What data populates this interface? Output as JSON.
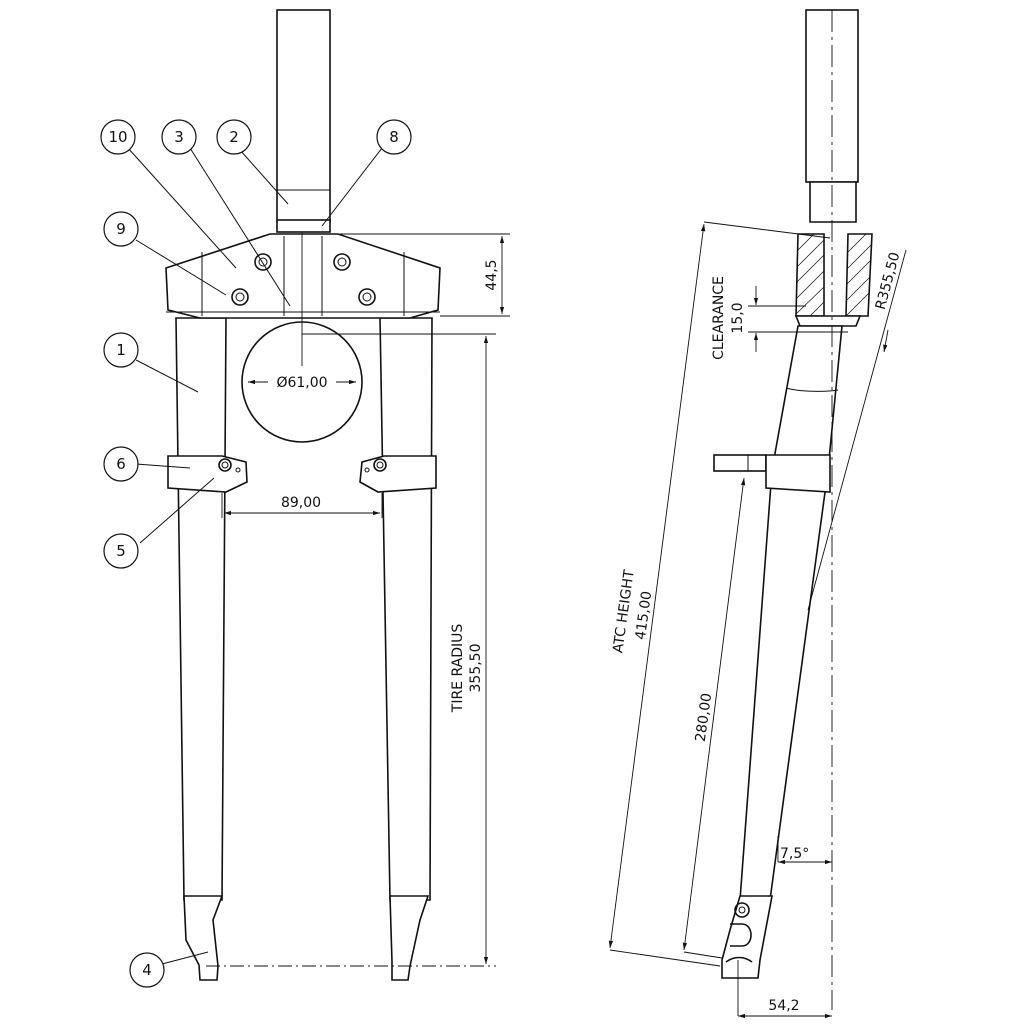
{
  "balloons": [
    "1",
    "2",
    "3",
    "4",
    "5",
    "6",
    "8",
    "9",
    "10"
  ],
  "front_view": {
    "crown_height": "44,5",
    "steerer_hole_diameter": "Ø61,00",
    "leg_spacing": "89,00",
    "tire_radius_label": "TIRE RADIUS",
    "tire_radius_value": "355,50"
  },
  "side_view": {
    "clearance_label": "CLEARANCE",
    "clearance_value": "15,0",
    "radius": "R355,50",
    "atc_height_label": "ATC HEIGHT",
    "atc_height_value": "415,00",
    "leg_length": "280,00",
    "angle": "7,5°",
    "offset": "54,2"
  }
}
